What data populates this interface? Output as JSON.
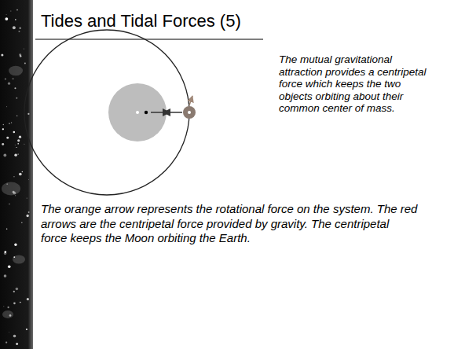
{
  "diagram": {
    "title": "Tides and Tidal Forces (5)",
    "labels": [
      "The mutual gravitational attraction provides a centripetal force which keeps the two objects orbiting about their common center of mass.",
      "The orange arrow represents the rotational force on the system.  The red arrows are the centripetal force provided by gravity.  The centripetal force keeps the Moon orbiting the Earth."
    ]
  }
}
